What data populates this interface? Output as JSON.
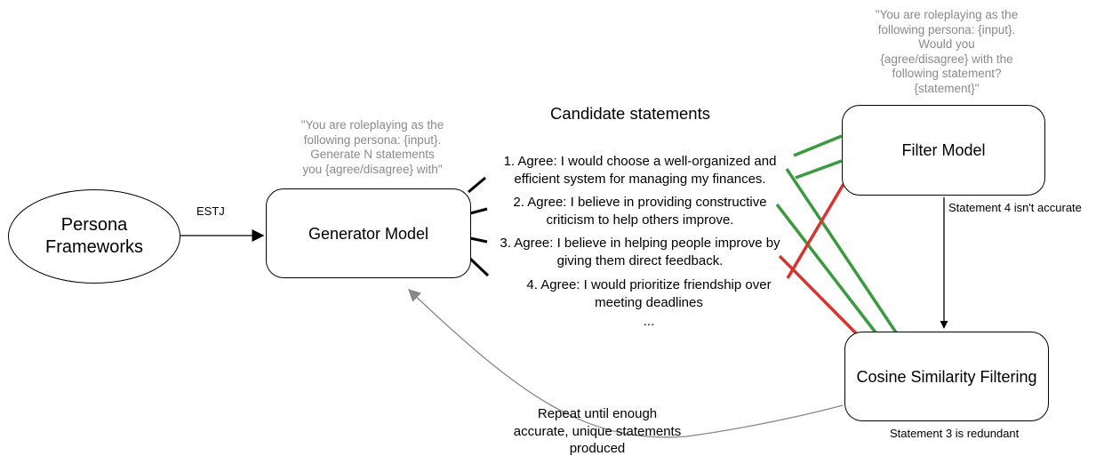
{
  "nodes": {
    "persona": "Persona\nFrameworks",
    "generator": "Generator Model",
    "filter": "Filter Model",
    "cosine": "Cosine Similarity Filtering"
  },
  "edges": {
    "persona_to_generator": "ESTJ",
    "filter_to_cosine": "Statement 4 isn't accurate",
    "cosine_note": "Statement 3 is redundant",
    "loop_back": "Repeat until enough\naccurate, unique statements\nproduced"
  },
  "prompts": {
    "generator": "\"You are roleplaying as the\nfollowing persona: {input}.\nGenerate N statements\nyou {agree/disagree} with\"",
    "filter": "\"You are roleplaying as the\nfollowing persona: {input}.\nWould you\n{agree/disagree} with the\nfollowing statement?\n{statement}\""
  },
  "candidates": {
    "heading": "Candidate statements",
    "items": [
      "1. Agree: I would choose a well-organized and\nefficient system for managing my finances.",
      "2. Agree: I believe in providing constructive\ncriticism to help others improve.",
      "3. Agree: I believe in helping people improve by\ngiving them direct feedback.",
      "4. Agree: I would prioritize friendship over\nmeeting deadlines"
    ],
    "ellipsis": "..."
  },
  "colors": {
    "accept": "#3a9a3f",
    "reject": "#d9332f",
    "prompt_text": "#8a8a8a",
    "loop_arrow": "#888888"
  }
}
